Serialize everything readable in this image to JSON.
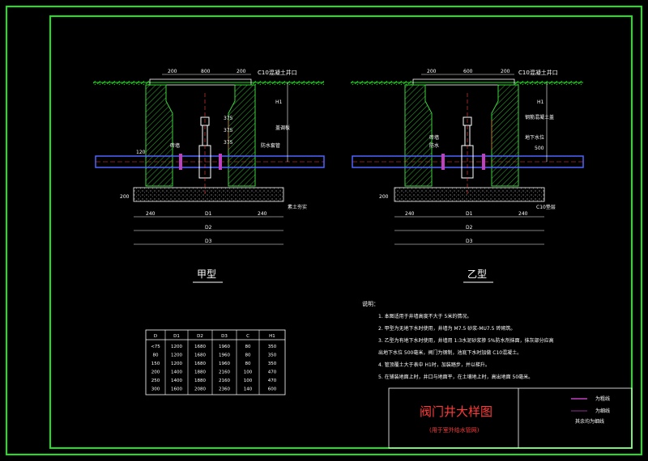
{
  "colors": {
    "frame": "#19e619",
    "line": "#ffffff",
    "pipe": "#4d64ff",
    "wall": "#3cd23c",
    "note": "#ffffff",
    "title": "#ff3a3a",
    "legend_thick": "#c040c0"
  },
  "drawing_a": {
    "dims_top": [
      "200",
      "800",
      "200"
    ],
    "label_top": "C10混凝土井口",
    "label_h1": "H1",
    "vert_dims": [
      "375",
      "375",
      "375"
    ],
    "label_h": "盖调板",
    "label_fill": "砖墙",
    "label_sleeve": "防水套管",
    "label_base": "素土夯实",
    "label_200": "200",
    "label_120": "120",
    "dims_bottom": [
      "240",
      "D1",
      "240"
    ],
    "d2": "D2",
    "d3": "D3",
    "caption": "甲型"
  },
  "drawing_b": {
    "dims_top": [
      "200",
      "600",
      "200"
    ],
    "label_top": "C10混凝土井口",
    "label_h1": "H1",
    "label_side1": "钢筋混凝土盖",
    "label_side2": "地下水位",
    "label_left1": "砖墙",
    "label_left2": "防水",
    "label_500": "500",
    "label_200": "200",
    "dims_bottom": [
      "240",
      "D1",
      "240"
    ],
    "d2": "D2",
    "d3": "D3",
    "label_base": "C10垫层",
    "caption": "乙型"
  },
  "table": {
    "headers": [
      "D",
      "D1",
      "D2",
      "D3",
      "C",
      "H1"
    ],
    "rows": [
      [
        "<75",
        "1200",
        "1680",
        "1960",
        "80",
        "350"
      ],
      [
        "80",
        "1200",
        "1680",
        "1960",
        "80",
        "350"
      ],
      [
        "150",
        "1200",
        "1680",
        "1960",
        "80",
        "350"
      ],
      [
        "200",
        "1400",
        "1880",
        "2160",
        "100",
        "470"
      ],
      [
        "250",
        "1400",
        "1880",
        "2160",
        "100",
        "470"
      ],
      [
        "300",
        "1600",
        "2080",
        "2360",
        "140",
        "600"
      ]
    ]
  },
  "notes": {
    "heading": "说明：",
    "items": [
      "1. 本图适用于井墙高度不大于    5米的情况。",
      "2. 甲型为无地下水时使用，井墙为    M7.5 砂浆-MU7.5 砖砌筑。",
      "3. 乙型为有地下水时使用，井墙用   1:3水泥砂浆掺 5%防水剂抹面，抹灰部分应高",
      "    出地下水位 500毫米，阀门为钢制，池底下水时加做    C10混凝土。",
      "4. 管顶覆土大于表中 H1时，加装踏步，并以梯升。",
      "5. 在铺装地面上时，井口与地面平，在土壤地上时，高出地面      50毫米。"
    ]
  },
  "title_block": {
    "title": "阀门井大样图",
    "subtitle": "(用于室外给水管网)",
    "legend": [
      {
        "label": "为粗线",
        "color": "#c040c0"
      },
      {
        "label": "为细线",
        "color": "#c040c0"
      },
      {
        "label": "其余均为细线",
        "color": ""
      }
    ]
  }
}
